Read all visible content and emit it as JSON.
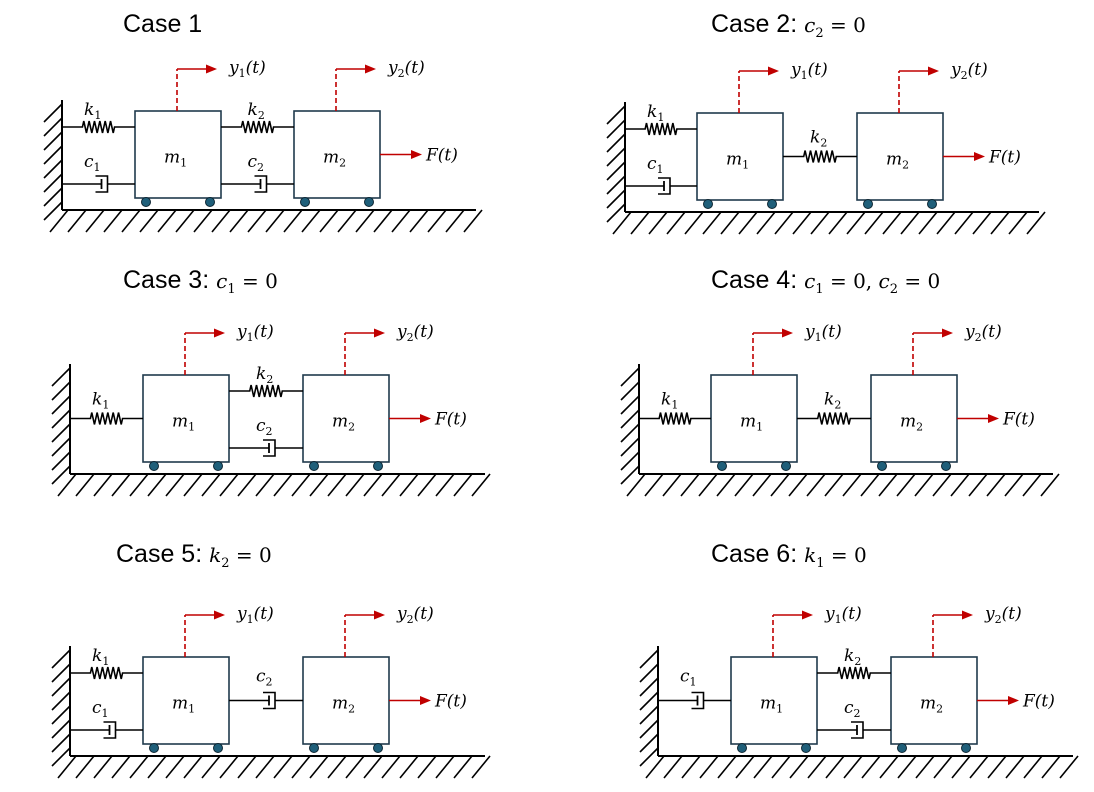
{
  "cases": [
    {
      "title_text": "Case 1",
      "condition_parts": [],
      "has_k1": true,
      "has_c1": true,
      "has_k2": true,
      "has_c2": true,
      "labels": {
        "k1": "k",
        "c1": "c",
        "k2": "k",
        "c2": "c",
        "m1": "m",
        "m2": "m",
        "y1": "y",
        "y2": "y",
        "F": "F(t)",
        "t": "(t)",
        "sub1": "1",
        "sub2": "2"
      }
    },
    {
      "title_text": "Case 2: ",
      "condition_parts": [
        {
          "sym": "c",
          "sub": "2",
          "val": " = 0"
        }
      ],
      "has_k1": true,
      "has_c1": true,
      "has_k2": true,
      "has_c2": false,
      "labels": {
        "k1": "k",
        "c1": "c",
        "k2": "k",
        "c2": "c",
        "m1": "m",
        "m2": "m",
        "y1": "y",
        "y2": "y",
        "F": "F(t)",
        "t": "(t)",
        "sub1": "1",
        "sub2": "2"
      }
    },
    {
      "title_text": "Case 3: ",
      "condition_parts": [
        {
          "sym": "c",
          "sub": "1",
          "val": " = 0"
        }
      ],
      "has_k1": true,
      "has_c1": false,
      "has_k2": true,
      "has_c2": true,
      "labels": {
        "k1": "k",
        "c1": "c",
        "k2": "k",
        "c2": "c",
        "m1": "m",
        "m2": "m",
        "y1": "y",
        "y2": "y",
        "F": "F(t)",
        "t": "(t)",
        "sub1": "1",
        "sub2": "2"
      }
    },
    {
      "title_text": "Case 4: ",
      "condition_parts": [
        {
          "sym": "c",
          "sub": "1",
          "val": " = 0, "
        },
        {
          "sym": "c",
          "sub": "2",
          "val": " = 0"
        }
      ],
      "has_k1": true,
      "has_c1": false,
      "has_k2": true,
      "has_c2": false,
      "labels": {
        "k1": "k",
        "c1": "c",
        "k2": "k",
        "c2": "c",
        "m1": "m",
        "m2": "m",
        "y1": "y",
        "y2": "y",
        "F": "F(t)",
        "t": "(t)",
        "sub1": "1",
        "sub2": "2"
      }
    },
    {
      "title_text": "Case 5: ",
      "condition_parts": [
        {
          "sym": "k",
          "sub": "2",
          "val": " = 0"
        }
      ],
      "has_k1": true,
      "has_c1": true,
      "has_k2": false,
      "has_c2": true,
      "labels": {
        "k1": "k",
        "c1": "c",
        "k2": "k",
        "c2": "c",
        "m1": "m",
        "m2": "m",
        "y1": "y",
        "y2": "y",
        "F": "F(t)",
        "t": "(t)",
        "sub1": "1",
        "sub2": "2"
      }
    },
    {
      "title_text": "Case 6: ",
      "condition_parts": [
        {
          "sym": "k",
          "sub": "1",
          "val": " = 0"
        }
      ],
      "has_k1": false,
      "has_c1": true,
      "has_k2": true,
      "has_c2": true,
      "labels": {
        "k1": "k",
        "c1": "c",
        "k2": "k",
        "c2": "c",
        "m1": "m",
        "m2": "m",
        "y1": "y",
        "y2": "y",
        "F": "F(t)",
        "t": "(t)",
        "sub1": "1",
        "sub2": "2"
      }
    }
  ],
  "colors": {
    "line": "#000000",
    "arrow": "#c00000",
    "mass_fill": "#ffffff",
    "mass_stroke": "#1f3a4d",
    "wheel": "#1f5f7a"
  }
}
